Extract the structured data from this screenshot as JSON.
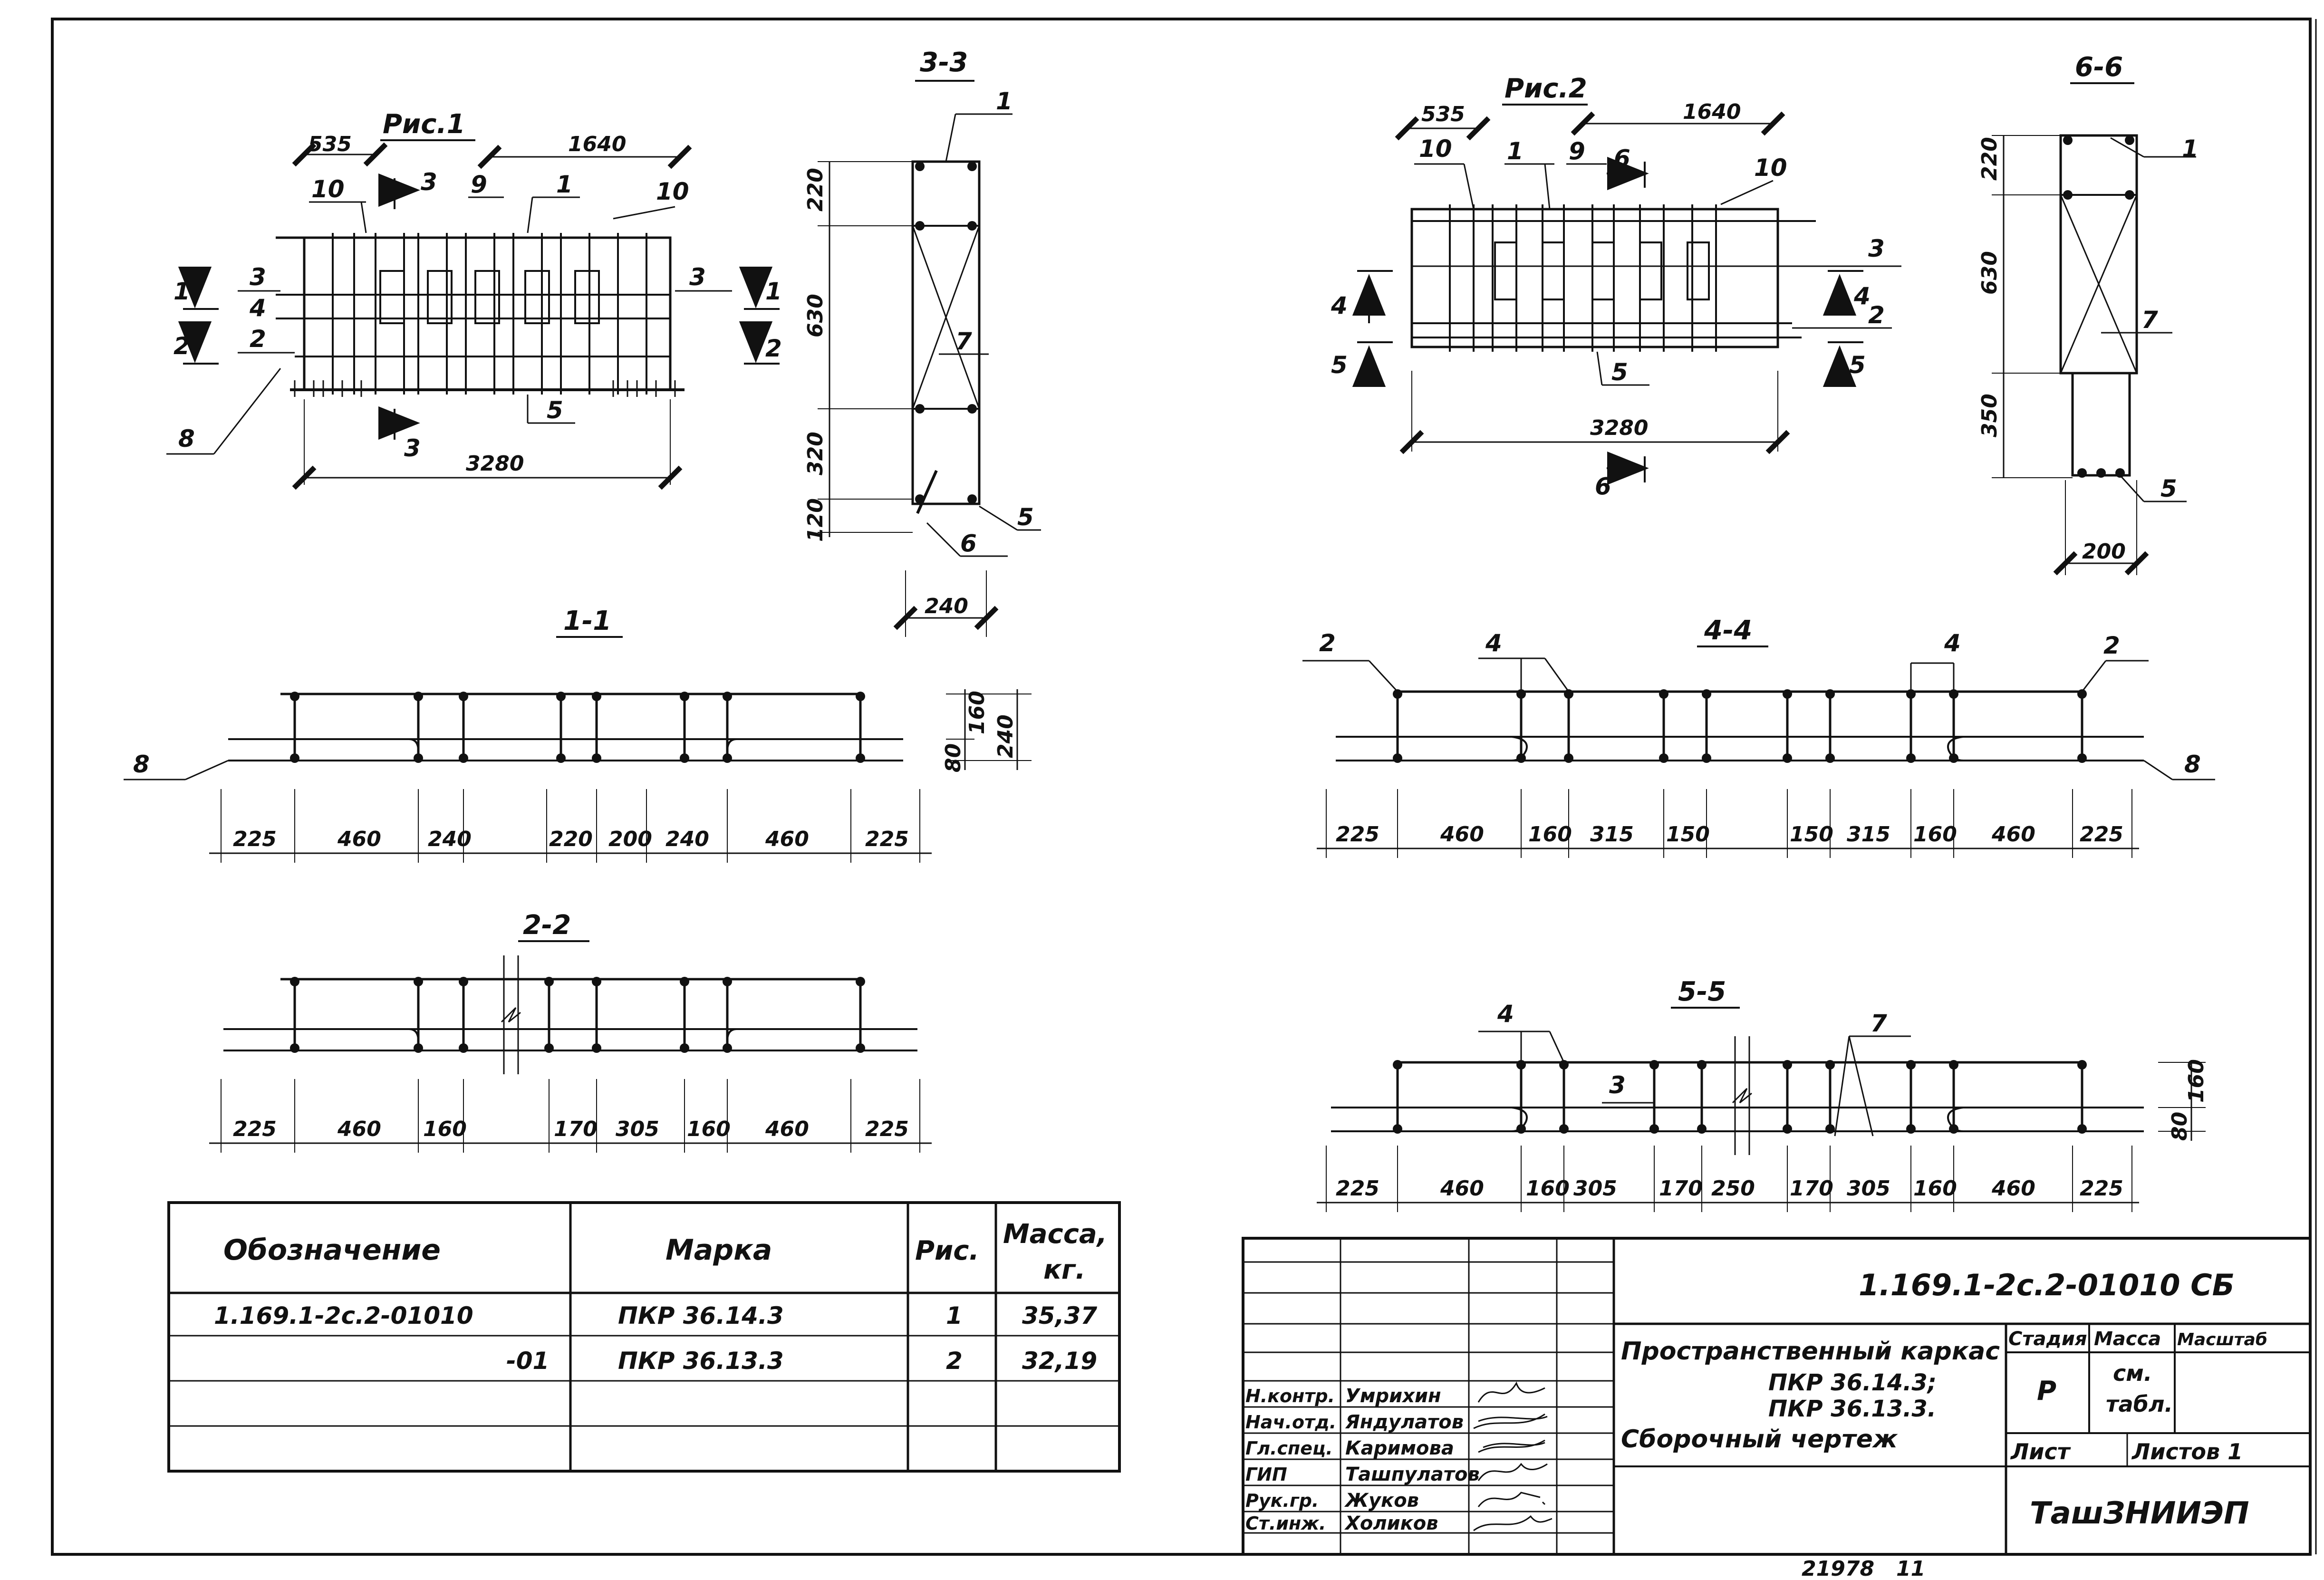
{
  "fig1": {
    "title": "Рис.1",
    "dims": {
      "d535": "535",
      "d1640": "1640",
      "d3280": "3280"
    },
    "callouts": {
      "c10a": "10",
      "c10b": "10",
      "c9": "9",
      "c1": "1",
      "c3a": "3",
      "c3b": "3",
      "c4": "4",
      "c2": "2",
      "c5": "5",
      "c8": "8"
    },
    "sections": {
      "s1": "1",
      "s2": "2",
      "s1r": "1",
      "s2r": "2",
      "s3t": "3",
      "s3b": "3"
    }
  },
  "fig2": {
    "title": "Рис.2",
    "dims": {
      "d535": "535",
      "d1640": "1640",
      "d3280": "3280"
    },
    "callouts": {
      "c10a": "10",
      "c1": "1",
      "c9": "9",
      "c10b": "10",
      "c3": "3",
      "c2": "2",
      "c5": "5"
    },
    "sections": {
      "s4": "4",
      "s5": "5",
      "s4r": "4",
      "s5r": "5",
      "s6t": "6",
      "s6b": "6"
    }
  },
  "sec33": {
    "title": "3-3",
    "dims": [
      "220",
      "630",
      "320",
      "120"
    ],
    "width": "240",
    "callouts": {
      "c1": "1",
      "c7": "7",
      "c5": "5",
      "c6": "6"
    }
  },
  "sec66": {
    "title": "6-6",
    "dims": [
      "220",
      "630",
      "350"
    ],
    "width": "200",
    "callouts": {
      "c1": "1",
      "c7": "7",
      "c5": "5"
    }
  },
  "sec11": {
    "title": "1-1",
    "dims": [
      "225",
      "460",
      "240",
      "220",
      "200",
      "240",
      "460",
      "225"
    ],
    "vdims": [
      "80",
      "160",
      "240"
    ],
    "callout": "8"
  },
  "sec22": {
    "title": "2-2",
    "dims": [
      "225",
      "460",
      "160",
      "170",
      "305",
      "160",
      "460",
      "225"
    ]
  },
  "sec44": {
    "title": "4-4",
    "dims": [
      "225",
      "460",
      "160",
      "315",
      "150",
      "150",
      "315",
      "160",
      "460",
      "225"
    ],
    "callouts": {
      "c2a": "2",
      "c4a": "4",
      "c4b": "4",
      "c2b": "2",
      "c8": "8"
    }
  },
  "sec55": {
    "title": "5-5",
    "dims": [
      "225",
      "460",
      "160",
      "305",
      "170",
      "250",
      "170",
      "305",
      "160",
      "460",
      "225"
    ],
    "vdims": [
      "80",
      "160"
    ],
    "callouts": {
      "c4": "4",
      "c3": "3",
      "c7": "7"
    }
  },
  "spec_table": {
    "headers": [
      "Обозначение",
      "Марка",
      "Рис.",
      "Масса, кг."
    ],
    "rows": [
      {
        "designation": "1.169.1-2с.2-01010",
        "mark": "ПКР 36.14.3",
        "fig": "1",
        "mass": "35,37"
      },
      {
        "designation": "-01",
        "mark": "ПКР 36.13.3",
        "fig": "2",
        "mass": "32,19"
      }
    ]
  },
  "title_block": {
    "doc_code": "1.169.1-2с.2-01010 СБ",
    "name_line1": "Пространственный каркас",
    "name_line2": "ПКР 36.14.3;",
    "name_line3": "ПКР 36.13.3.",
    "name_line4": "Сборочный чертеж",
    "stage_header": "Стадия",
    "mass_header": "Масса",
    "scale_header": "Масштаб",
    "stage": "Р",
    "mass_value_1": "см.",
    "mass_value_2": "табл.",
    "sheet": "Лист",
    "sheets": "Листов 1",
    "org": "ТашЗНИИЭП",
    "signers": [
      {
        "role": "Н.контр.",
        "name": "Умрихин"
      },
      {
        "role": "Нач.отд.",
        "name": "Яндулатов"
      },
      {
        "role": "Гл.спец.",
        "name": "Каримова"
      },
      {
        "role": "ГИП",
        "name": "Ташпулатов"
      },
      {
        "role": "Рук.гр.",
        "name": "Жуков"
      },
      {
        "role": "Ст.инж.",
        "name": "Холиков"
      }
    ]
  },
  "footer_number": "21978   11"
}
